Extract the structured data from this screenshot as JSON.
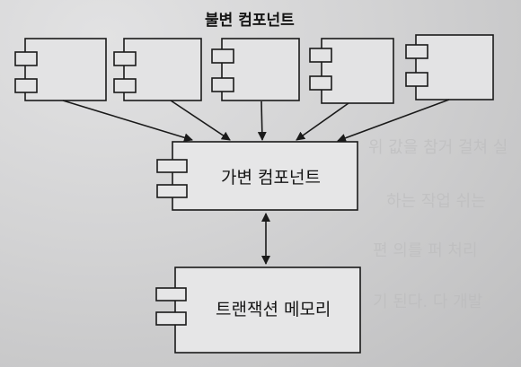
{
  "diagram": {
    "title": "불변 컴포넌트",
    "mutable_label": "가변 컴포넌트",
    "memory_label": "트랜잭션 메모리"
  }
}
